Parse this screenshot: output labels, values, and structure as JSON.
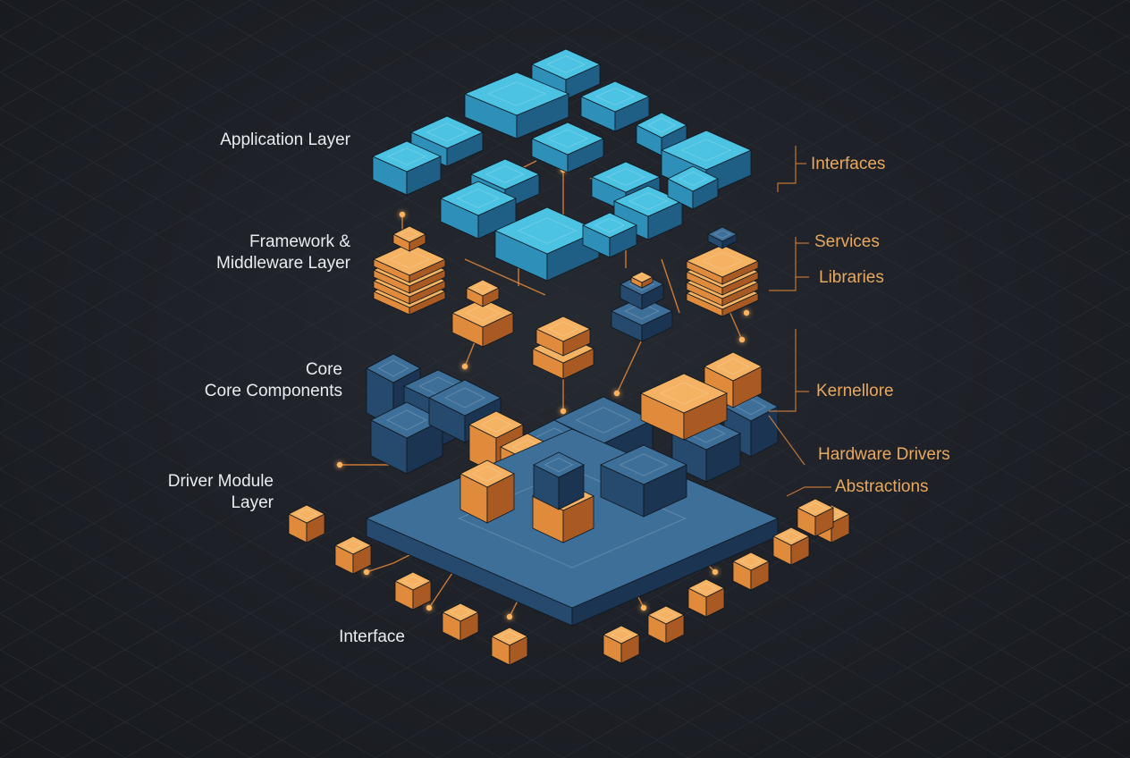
{
  "colors": {
    "background": "#1d2026",
    "cyan_top": "#4cc3e3",
    "cyan_front": "#2e8fb8",
    "cyan_side": "#1f5f86",
    "navy_top": "#3d6f99",
    "navy_front": "#264a6d",
    "navy_side": "#1a3452",
    "orange_top": "#f4b262",
    "orange_front": "#e08a3c",
    "orange_side": "#a85a22",
    "trace": "#e8893a",
    "glow": "#ffb35c",
    "left_label": "#e9edf2",
    "right_label": "#e8a860"
  },
  "labels_left": {
    "application": [
      "Application Layer"
    ],
    "framework": [
      "Framework &",
      "Middleware Layer"
    ],
    "core": [
      "Core",
      "Core Components"
    ],
    "driver": [
      "Driver Module",
      "Layer"
    ],
    "interface": [
      "Interface"
    ]
  },
  "labels_right": {
    "interfaces": "Interfaces",
    "services": "Services",
    "libraries": "Libraries",
    "kernel": "Kernellore",
    "hardware": "Hardware Drivers",
    "abstractions": "Abstractions"
  },
  "icons": [
    "chip-icon",
    "circuit-trace-icon",
    "module-block-icon"
  ]
}
